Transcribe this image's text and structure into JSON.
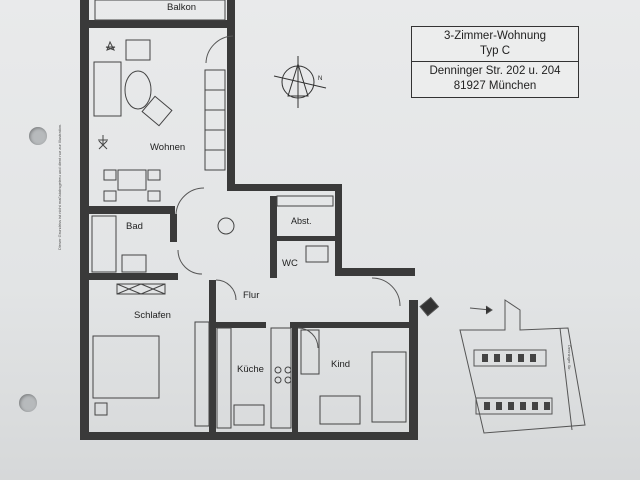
{
  "title_block": {
    "line1": "3-Zimmer-Wohnung",
    "line2": "Typ C",
    "line3": "Denninger Str. 202 u. 204",
    "line4": "81927 München"
  },
  "rooms": {
    "balkon": "Balkon",
    "wohnen": "Wohnen",
    "abstellraum": "Abst.",
    "bad": "Bad",
    "wc": "WC",
    "flur": "Flur",
    "schlafen": "Schlafen",
    "kueche": "Küche",
    "kind": "Kind"
  },
  "compass": {
    "north": "N"
  },
  "side_note": "Dieser Grundriss ist nicht maßstabsgetreu und dient nur zur Illustration.",
  "site_plan": {
    "street_label": "Denninger Str."
  },
  "colors": {
    "wall": "#3a3a3a",
    "paper": "#e6e7e8",
    "line": "#444444"
  }
}
